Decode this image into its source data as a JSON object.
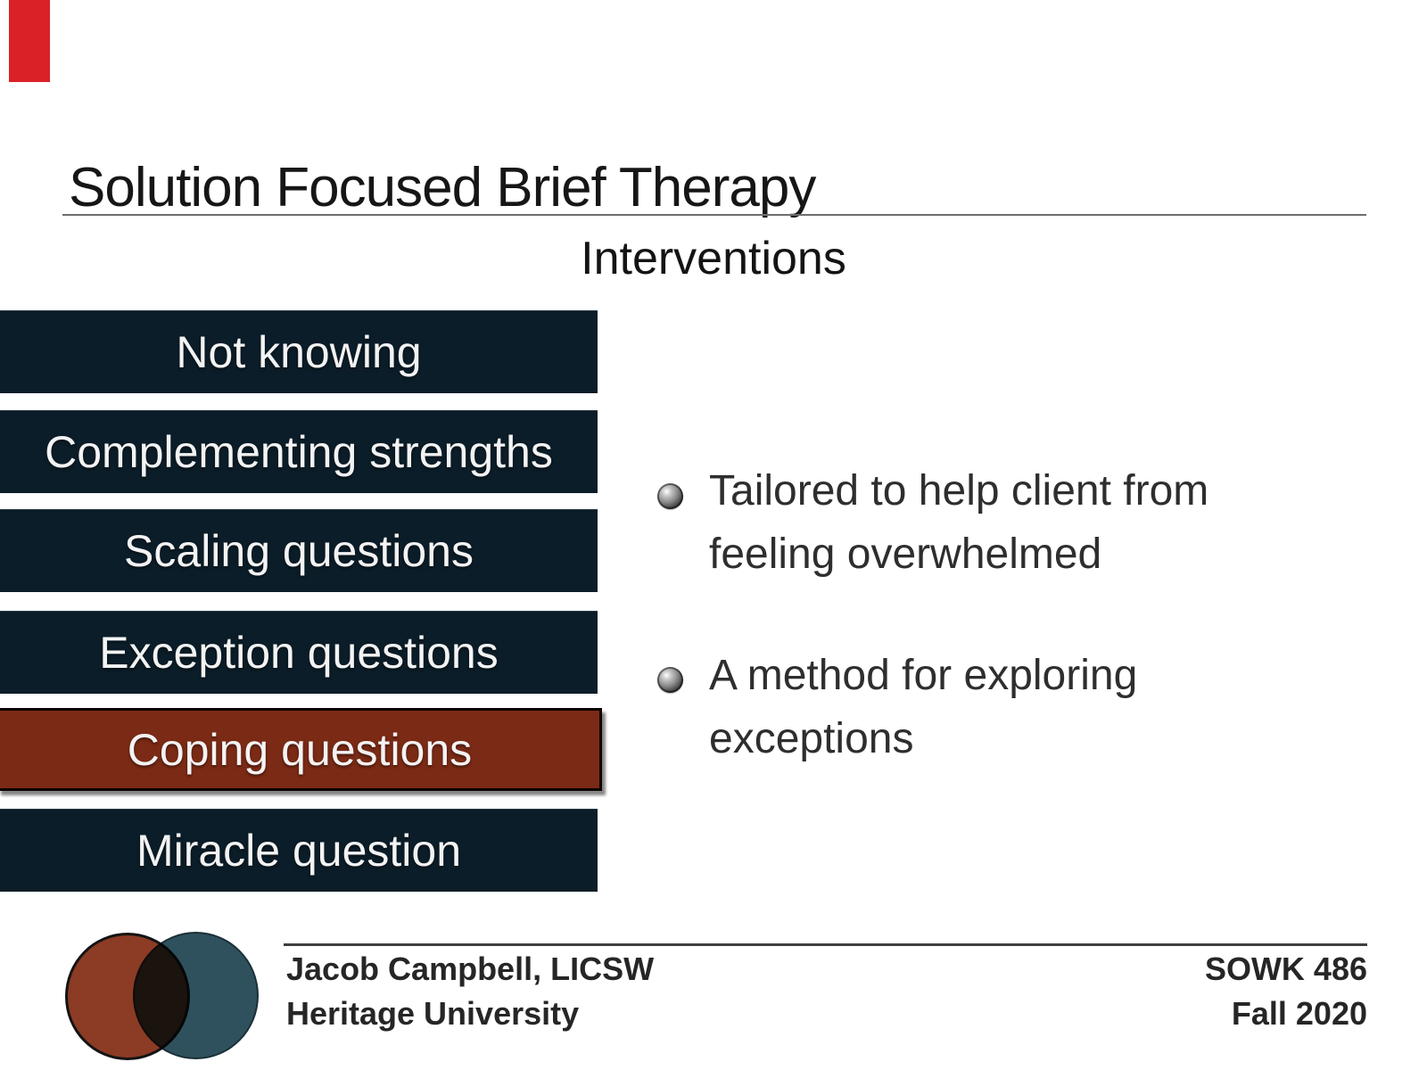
{
  "slide": {
    "title": "Solution Focused Brief Therapy",
    "subtitle": "Interventions",
    "interventions": [
      {
        "label": "Not knowing",
        "highlighted": false
      },
      {
        "label": "Complementing strengths",
        "highlighted": false
      },
      {
        "label": "Scaling questions",
        "highlighted": false
      },
      {
        "label": "Exception questions",
        "highlighted": false
      },
      {
        "label": "Coping questions",
        "highlighted": true
      },
      {
        "label": "Miracle question",
        "highlighted": false
      }
    ],
    "bullets": [
      "Tailored to help client from\nfeeling overwhelmed",
      "A method for exploring\nexceptions"
    ],
    "footer": {
      "author": "Jacob Campbell, LICSW",
      "institution": "Heritage University",
      "course": "SOWK 486",
      "term": "Fall 2020"
    },
    "icons": {
      "bullet": "metallic-sphere-bullet",
      "logo": "overlapping-circles-logo",
      "marker": "red-slide-marker"
    },
    "colors": {
      "bar_navy": "#0b1d28",
      "bar_highlight": "#7b2a15",
      "logo_maroon": "#8c3b25",
      "logo_teal": "#2f515d",
      "marker_red": "#da2127",
      "background": "#ffffff"
    }
  }
}
